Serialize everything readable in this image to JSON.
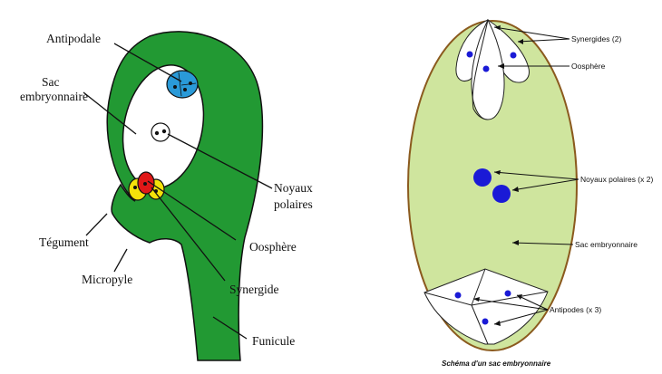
{
  "left_diagram": {
    "labels": {
      "antipodale": "Antipodale",
      "sac_line1": "Sac",
      "sac_line2": "embryonnaire",
      "noyaux_line1": "Noyaux",
      "noyaux_line2": "polaires",
      "oosphere": "Oosphère",
      "synergide": "Synergide",
      "tegument": "Tégument",
      "micropyle": "Micropyle",
      "funicule": "Funicule"
    },
    "colors": {
      "tissue": "#229933",
      "antipodal": "#2a9ad8",
      "synergid": "#f4e20a",
      "oosphere": "#e01818"
    }
  },
  "right_diagram": {
    "labels": {
      "synergides": "Synergides (2)",
      "oosphere": "Oosphère",
      "noyaux_polaires": "Noyaux polaires (x 2)",
      "sac_embryonnaire": "Sac embryonnaire",
      "antipodes": "Antipodes (x 3)"
    },
    "caption": "Schéma d'un sac embryonnaire",
    "colors": {
      "sac_fill": "#cfe59e",
      "outline": "#8b5a1e",
      "nucleus": "#1a1ad6"
    }
  }
}
